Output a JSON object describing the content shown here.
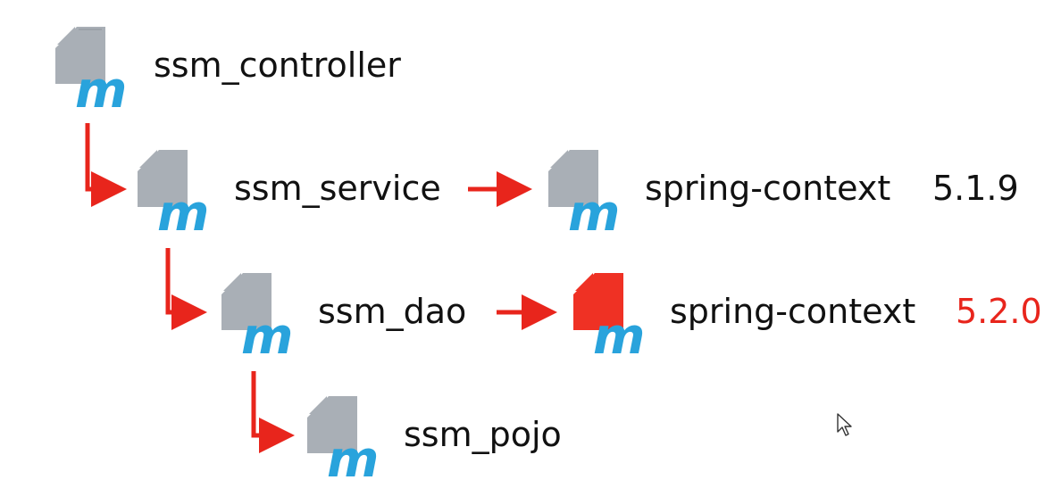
{
  "nodes": {
    "controller": {
      "label": "ssm_controller"
    },
    "service": {
      "label": "ssm_service"
    },
    "spring_context_1": {
      "label": "spring-context",
      "version": "5.1.9"
    },
    "dao": {
      "label": "ssm_dao"
    },
    "spring_context_2": {
      "label": "spring-context",
      "version": "5.2.0"
    },
    "pojo": {
      "label": "ssm_pojo"
    }
  },
  "colors": {
    "arrow": "#e8251c",
    "icon_gray": "#a9afb6",
    "icon_gray_dark": "#8f959c",
    "icon_blue": "#29a3dc",
    "icon_conflict": "#ef3124",
    "conflict_version": "#e8251c",
    "text": "#111111"
  },
  "icons": {
    "module": "maven-module-icon",
    "conflict": "maven-module-conflict-icon",
    "cursor": "mouse-cursor-icon"
  }
}
